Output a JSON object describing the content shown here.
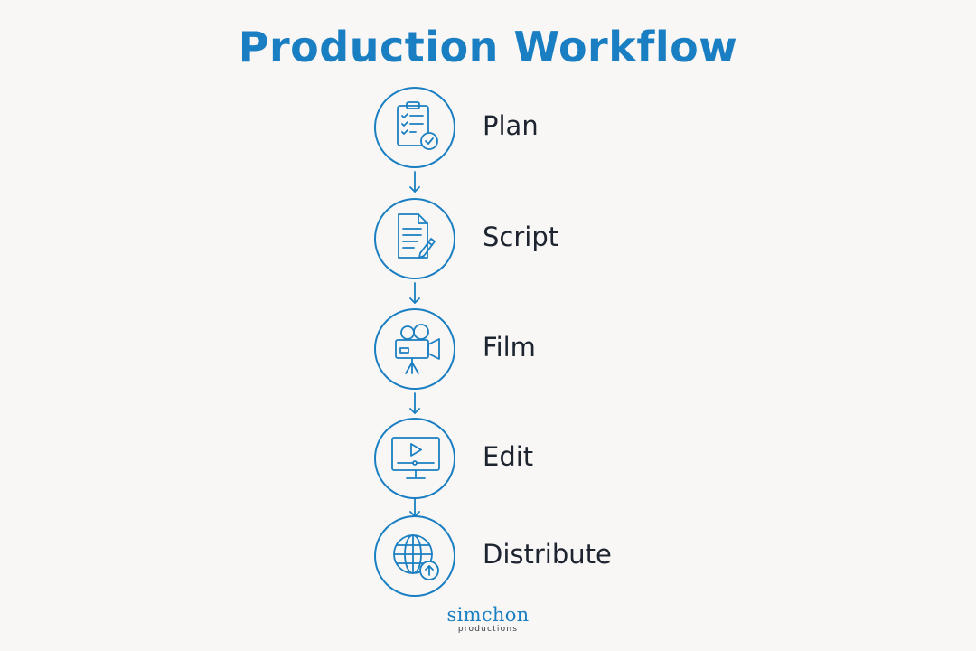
{
  "title": "Production Workflow",
  "accent_color": "#1a7fc2",
  "steps": [
    {
      "label": "Plan",
      "icon": "clipboard-checklist-icon"
    },
    {
      "label": "Script",
      "icon": "document-pencil-icon"
    },
    {
      "label": "Film",
      "icon": "video-camera-icon"
    },
    {
      "label": "Edit",
      "icon": "monitor-play-icon"
    },
    {
      "label": "Distribute",
      "icon": "globe-upload-icon"
    }
  ],
  "logo": {
    "name": "simchon",
    "subtitle": "productions"
  }
}
